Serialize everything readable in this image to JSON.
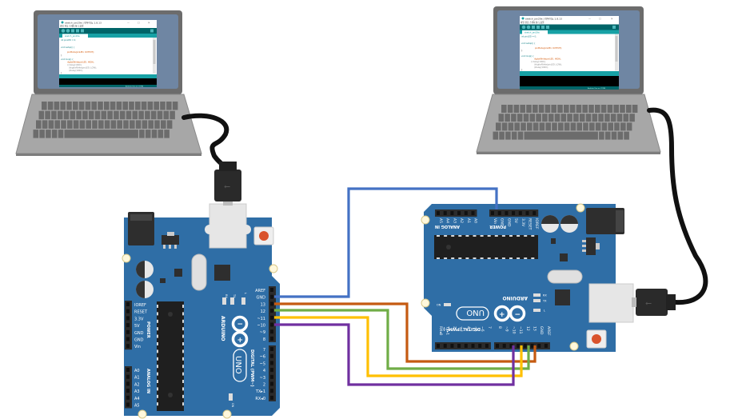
{
  "diagram": {
    "description": "Two laptops each connected via USB to an Arduino UNO; the two boards are linked by jumper wires",
    "colors": {
      "board": "#2f6ea6",
      "board_edge": "#24588a",
      "laptop_body": "#a7a7a7",
      "laptop_bezel": "#6c6c6c",
      "laptop_screen_bg": "#6f86a3",
      "ide_teal": "#17a1a5",
      "ide_dark_teal": "#006468",
      "cable": "#111111"
    },
    "laptops": [
      {
        "id": "left",
        "ide": {
          "window_title": "sketch_jan29a | 아두이노 1.8.13",
          "menu": "파일 편집 스케치 툴 도움말",
          "tab": "sketch_jan29a",
          "code_lines": [
            "int pinLED = 0;",
            "",
            "void setup() {",
            "    pinMode(pinLED, OUTPUT);",
            "}",
            "void loop() {",
            "    digitalWrite(pinLED, HIGH);",
            "  // delay(1000);",
            "  //digitalWrite(pinLED, LOW);",
            "  //delay(1000);",
            "}"
          ],
          "status_bar": "Arduino Uno on COM4"
        }
      },
      {
        "id": "right",
        "ide": {
          "window_title": "sketch_jan29a | 아두이노 1.8.13",
          "menu": "파일 편집 스케치 툴 도움말",
          "tab": "sketch_jan29a",
          "code_lines": [
            "int pinLED = 0;",
            "",
            "void setup() {",
            "    pinMode(pinLED, OUTPUT);",
            "}",
            "void loop() {",
            "    digitalWrite(pinLED, HIGH);",
            "  // delay(1000);",
            "  //digitalWrite(pinLED, LOW);",
            "  //delay(1000);",
            "}"
          ],
          "status_bar": "Arduino Uno on COM4"
        }
      }
    ],
    "boards": [
      {
        "id": "left-uno",
        "brand": "ARDUINO",
        "model": "UNO",
        "power_header_title": "POWER",
        "analog_header_title": "ANALOG IN",
        "digital_header_title": "DIGITAL (PWM~)",
        "power_pins": [
          "IOREF",
          "RESET",
          "3.3V",
          "5V",
          "GND",
          "GND",
          "Vin"
        ],
        "analog_pins": [
          "A0",
          "A1",
          "A2",
          "A3",
          "A4",
          "A5"
        ],
        "digital_pins_upper": [
          "AREF",
          "GND",
          "13",
          "12",
          "~11",
          "~10",
          "~9",
          "8"
        ],
        "digital_pins_lower": [
          "7",
          "~6",
          "~5",
          "4",
          "~3",
          "2",
          "TX▸1",
          "RX◂0"
        ],
        "leds": [
          "RX",
          "TX",
          "L",
          "ON"
        ]
      },
      {
        "id": "right-uno",
        "brand": "ARDUINO",
        "model": "UNO",
        "power_header_title": "POWER",
        "analog_header_title": "ANALOG IN",
        "digital_header_title": "DIGITAL (PWM~)",
        "power_pins": [
          "Vin",
          "GND",
          "GND",
          "5V",
          "3.3V",
          "RESET",
          "IOREF"
        ],
        "analog_pins": [
          "A5",
          "A4",
          "A3",
          "A2",
          "A1",
          "A0"
        ],
        "digital_pins_upper": [
          "AREF",
          "GND",
          "13",
          "12",
          "~11",
          "~10",
          "~9",
          "8"
        ],
        "digital_pins_lower": [
          "7",
          "~6",
          "~5",
          "4",
          "~3",
          "2",
          "TX▸1",
          "RX◂0"
        ],
        "leds": [
          "RX",
          "TX",
          "L",
          "ON"
        ]
      }
    ],
    "wires": [
      {
        "name": "gnd-wire",
        "from": "left-uno GND",
        "to": "right-uno GND (power header)",
        "color": "#4472c4"
      },
      {
        "name": "pin13-wire",
        "from": "left-uno 13",
        "to": "right-uno 13",
        "color": "#c55a11"
      },
      {
        "name": "pin12-wire",
        "from": "left-uno 12",
        "to": "right-uno 12",
        "color": "#70ad47"
      },
      {
        "name": "pin11-wire",
        "from": "left-uno ~11",
        "to": "right-uno ~11",
        "color": "#ffc000"
      },
      {
        "name": "pin10-wire",
        "from": "left-uno ~10",
        "to": "right-uno ~10",
        "color": "#7030a0"
      }
    ]
  }
}
